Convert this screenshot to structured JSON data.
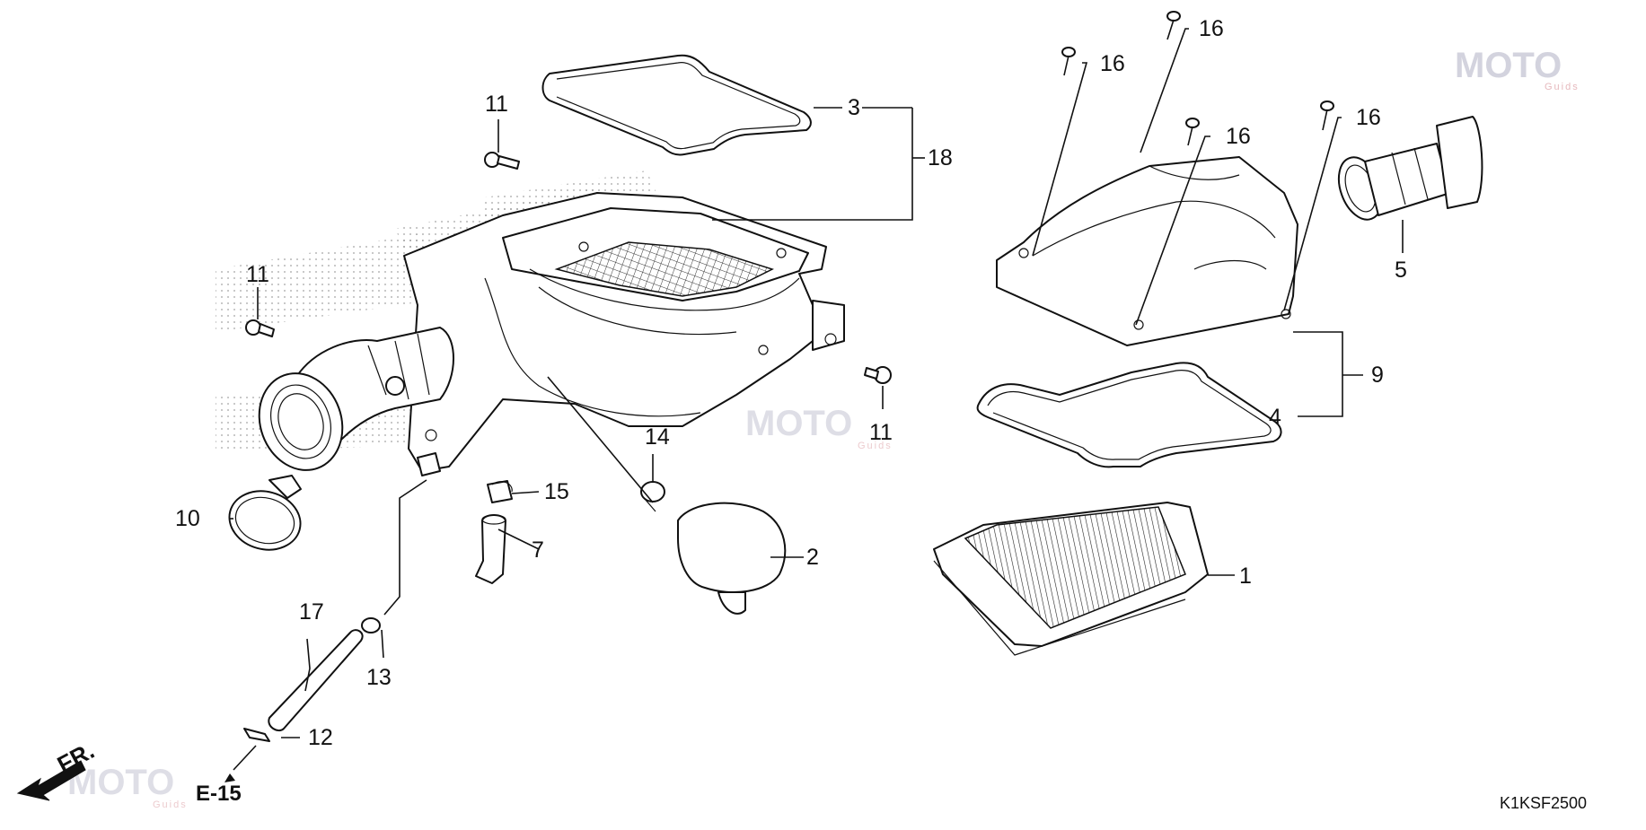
{
  "diagram": {
    "code": "K1KSF2500",
    "reference": "E-15",
    "direction_label": "FR.",
    "watermark": {
      "main": "MOTO",
      "sub": "Guids"
    },
    "callouts": {
      "c1": "1",
      "c2": "2",
      "c3": "3",
      "c4": "4",
      "c5": "5",
      "c7": "7",
      "c9": "9",
      "c10": "10",
      "c11a": "11",
      "c11b": "11",
      "c11c": "11",
      "c12": "12",
      "c13": "13",
      "c14": "14",
      "c15": "15",
      "c16a": "16",
      "c16b": "16",
      "c16c": "16",
      "c16d": "16",
      "c17": "17",
      "c18": "18"
    }
  }
}
